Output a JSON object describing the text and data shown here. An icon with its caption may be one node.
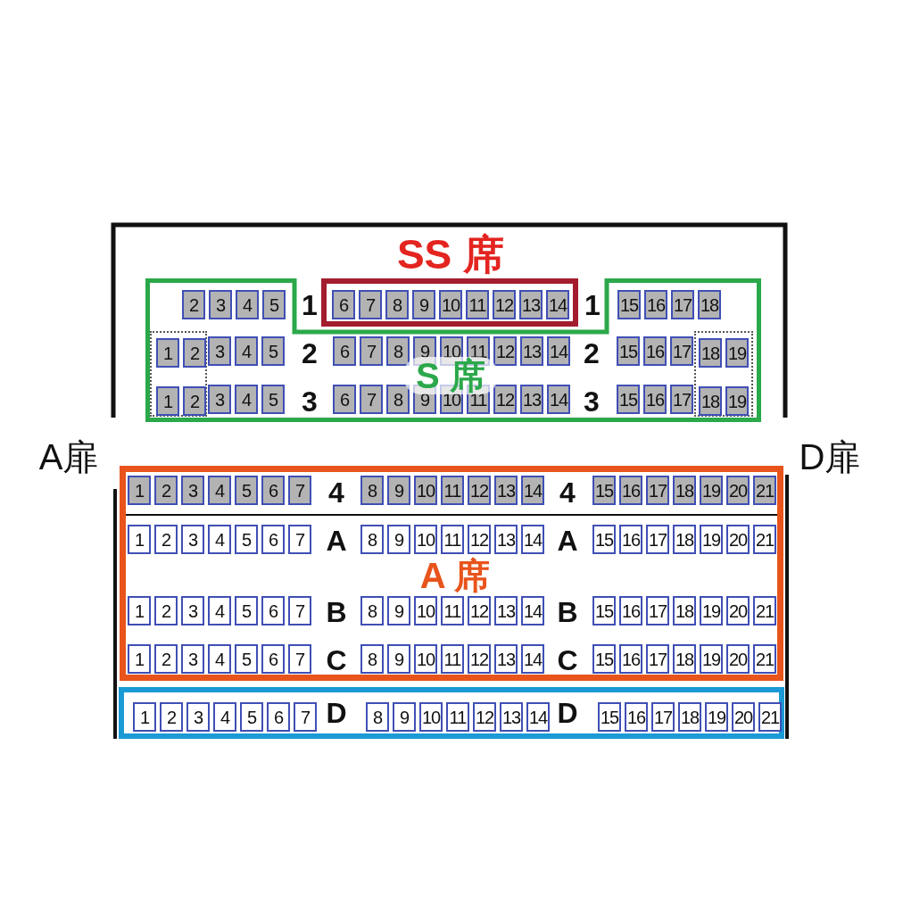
{
  "diagram": {
    "nodes": [
      {
        "text": [
          "S 席"
        ]
      },
      {
        "text": [
          "SS 席"
        ]
      },
      {
        "text": [
          "2"
        ],
        "in": 0
      },
      {
        "text": [
          "3"
        ],
        "in": 0
      },
      {
        "text": [
          "4"
        ],
        "in": 0
      },
      {
        "text": [
          "5"
        ],
        "in": 0
      },
      {
        "text": [
          "6"
        ],
        "in": 1
      },
      {
        "text": [
          "7"
        ],
        "in": 1
      },
      {
        "text": [
          "8"
        ],
        "in": 1
      },
      {
        "text": [
          "9"
        ],
        "in": 1
      },
      {
        "text": [
          "10"
        ],
        "in": 1
      },
      {
        "text": [
          "11"
        ],
        "in": 1
      },
      {
        "text": [
          "12"
        ],
        "in": 1
      },
      {
        "text": [
          "13"
        ],
        "in": 1
      },
      {
        "text": [
          "14"
        ],
        "in": 1
      },
      {
        "text": [
          "15"
        ],
        "in": 0
      },
      {
        "text": [
          "16"
        ],
        "in": 0
      },
      {
        "text": [
          "17"
        ],
        "in": 0
      },
      {
        "text": [
          "18"
        ],
        "in": 0
      },
      {
        "text": [],
        "shape": "box",
        "in": 0
      },
      {
        "text": [],
        "shape": "box",
        "in": 0
      },
      {
        "text": [
          "1"
        ],
        "in": 19
      },
      {
        "text": [
          "2"
        ],
        "in": 19
      },
      {
        "text": [
          "3"
        ],
        "in": 0
      },
      {
        "text": [
          "4"
        ],
        "in": 0
      },
      {
        "text": [
          "5"
        ],
        "in": 0
      },
      {
        "text": [
          "6"
        ],
        "in": 0
      },
      {
        "text": [
          "7"
        ],
        "in": 0
      },
      {
        "text": [
          "8"
        ],
        "in": 0
      },
      {
        "text": [
          "9"
        ],
        "in": 0
      },
      {
        "text": [
          "10"
        ],
        "in": 0
      },
      {
        "text": [
          "11"
        ],
        "in": 0
      },
      {
        "text": [
          "12"
        ],
        "in": 0
      },
      {
        "text": [
          "13"
        ],
        "in": 0
      },
      {
        "text": [
          "14"
        ],
        "in": 0
      },
      {
        "text": [
          "15"
        ],
        "in": 0
      },
      {
        "text": [
          "16"
        ],
        "in": 0
      },
      {
        "text": [
          "17"
        ],
        "in": 0
      },
      {
        "text": [
          "18"
        ],
        "in": 20
      },
      {
        "text": [
          "19"
        ],
        "in": 20
      },
      {
        "text": [
          "1"
        ],
        "in": 19
      },
      {
        "text": [
          "2"
        ],
        "in": 19
      },
      {
        "text": [
          "3"
        ],
        "in": 0
      },
      {
        "text": [
          "4"
        ],
        "in": 0
      },
      {
        "text": [
          "5"
        ],
        "in": 0
      },
      {
        "text": [
          "6"
        ],
        "in": 0
      },
      {
        "text": [
          "7"
        ],
        "in": 0
      },
      {
        "text": [
          "8"
        ],
        "in": 0
      },
      {
        "text": [
          "9"
        ],
        "in": 0
      },
      {
        "text": [
          "10"
        ],
        "in": 0
      },
      {
        "text": [
          "11"
        ],
        "in": 0
      },
      {
        "text": [
          "12"
        ],
        "in": 0
      },
      {
        "text": [
          "13"
        ],
        "in": 0
      },
      {
        "text": [
          "14"
        ],
        "in": 0
      },
      {
        "text": [
          "15"
        ],
        "in": 0
      },
      {
        "text": [
          "16"
        ],
        "in": 0
      },
      {
        "text": [
          "17"
        ],
        "in": 0
      },
      {
        "text": [
          "18"
        ],
        "in": 20
      },
      {
        "text": [
          "19"
        ],
        "in": 20
      },
      {
        "text": [
          "A 席"
        ]
      },
      {
        "text": [
          "1"
        ],
        "in": 59
      },
      {
        "text": [
          "2"
        ],
        "in": 59
      },
      {
        "text": [
          "3"
        ],
        "in": 59
      },
      {
        "text": [
          "4"
        ],
        "in": 59
      },
      {
        "text": [
          "5"
        ],
        "in": 59
      },
      {
        "text": [
          "6"
        ],
        "in": 59
      },
      {
        "text": [
          "7"
        ],
        "in": 59
      },
      {
        "text": [
          "8"
        ],
        "in": 59
      },
      {
        "text": [
          "9"
        ],
        "in": 59
      },
      {
        "text": [
          "10"
        ],
        "in": 59
      },
      {
        "text": [
          "11"
        ],
        "in": 59
      },
      {
        "text": [
          "12"
        ],
        "in": 59
      },
      {
        "text": [
          "13"
        ],
        "in": 59
      },
      {
        "text": [
          "14"
        ],
        "in": 59
      },
      {
        "text": [
          "15"
        ],
        "in": 59
      },
      {
        "text": [
          "16"
        ],
        "in": 59
      },
      {
        "text": [
          "17"
        ],
        "in": 59
      },
      {
        "text": [
          "18"
        ],
        "in": 59
      },
      {
        "text": [
          "19"
        ],
        "in": 59
      },
      {
        "text": [
          "20"
        ],
        "in": 59
      },
      {
        "text": [
          "21"
        ],
        "in": 59
      },
      {
        "text": [
          "1"
        ],
        "in": 59
      },
      {
        "text": [
          "2"
        ],
        "in": 59
      },
      {
        "text": [
          "3"
        ],
        "in": 59
      },
      {
        "text": [
          "4"
        ],
        "in": 59
      },
      {
        "text": [
          "5"
        ],
        "in": 59
      },
      {
        "text": [
          "6"
        ],
        "in": 59
      },
      {
        "text": [
          "7"
        ],
        "in": 59
      },
      {
        "text": [
          "8"
        ],
        "in": 59
      },
      {
        "text": [
          "9"
        ],
        "in": 59
      },
      {
        "text": [
          "10"
        ],
        "in": 59
      },
      {
        "text": [
          "11"
        ],
        "in": 59
      },
      {
        "text": [
          "12"
        ],
        "in": 59
      },
      {
        "text": [
          "13"
        ],
        "in": 59
      },
      {
        "text": [
          "14"
        ],
        "in": 59
      },
      {
        "text": [
          "15"
        ],
        "in": 59
      },
      {
        "text": [
          "16"
        ],
        "in": 59
      },
      {
        "text": [
          "17"
        ],
        "in": 59
      },
      {
        "text": [
          "18"
        ],
        "in": 59
      },
      {
        "text": [
          "19"
        ],
        "in": 59
      },
      {
        "text": [
          "20"
        ],
        "in": 59
      },
      {
        "text": [
          "21"
        ],
        "in": 59
      },
      {
        "text": [
          "1"
        ],
        "in": 59
      },
      {
        "text": [
          "2"
        ],
        "in": 59
      },
      {
        "text": [
          "3"
        ],
        "in": 59
      },
      {
        "text": [
          "4"
        ],
        "in": 59
      },
      {
        "text": [
          "5"
        ],
        "in": 59
      },
      {
        "text": [
          "6"
        ],
        "in": 59
      },
      {
        "text": [
          "7"
        ],
        "in": 59
      },
      {
        "text": [
          "8"
        ],
        "in": 59
      },
      {
        "text": [
          "9"
        ],
        "in": 59
      },
      {
        "text": [
          "10"
        ],
        "in": 59
      },
      {
        "text": [
          "11"
        ],
        "in": 59
      },
      {
        "text": [
          "12"
        ],
        "in": 59
      },
      {
        "text": [
          "13"
        ],
        "in": 59
      },
      {
        "text": [
          "14"
        ],
        "in": 59
      },
      {
        "text": [
          "15"
        ],
        "in": 59
      },
      {
        "text": [
          "16"
        ],
        "in": 59
      },
      {
        "text": [
          "17"
        ],
        "in": 59
      },
      {
        "text": [
          "18"
        ],
        "in": 59
      },
      {
        "text": [
          "19"
        ],
        "in": 59
      },
      {
        "text": [
          "20"
        ],
        "in": 59
      },
      {
        "text": [
          "21"
        ],
        "in": 59
      },
      {
        "text": [
          "1"
        ],
        "in": 59
      },
      {
        "text": [
          "2"
        ],
        "in": 59
      },
      {
        "text": [
          "3"
        ],
        "in": 59
      },
      {
        "text": [
          "4"
        ],
        "in": 59
      },
      {
        "text": [
          "5"
        ],
        "in": 59
      },
      {
        "text": [
          "6"
        ],
        "in": 59
      },
      {
        "text": [
          "7"
        ],
        "in": 59
      },
      {
        "text": [
          "8"
        ],
        "in": 59
      },
      {
        "text": [
          "9"
        ],
        "in": 59
      },
      {
        "text": [
          "10"
        ],
        "in": 59
      },
      {
        "text": [
          "11"
        ],
        "in": 59
      },
      {
        "text": [
          "12"
        ],
        "in": 59
      },
      {
        "text": [
          "13"
        ],
        "in": 59
      },
      {
        "text": [
          "14"
        ],
        "in": 59
      },
      {
        "text": [
          "15"
        ],
        "in": 59
      },
      {
        "text": [
          "16"
        ],
        "in": 59
      },
      {
        "text": [
          "17"
        ],
        "in": 59
      },
      {
        "text": [
          "18"
        ],
        "in": 59
      },
      {
        "text": [
          "19"
        ],
        "in": 59
      },
      {
        "text": [
          "20"
        ],
        "in": 59
      },
      {
        "text": [
          "21"
        ],
        "in": 59
      },
      {
        "text": [],
        "shape": "box"
      },
      {
        "text": [
          "1"
        ],
        "in": 144
      },
      {
        "text": [
          "2"
        ],
        "in": 144
      },
      {
        "text": [
          "3"
        ],
        "in": 144
      },
      {
        "text": [
          "4"
        ],
        "in": 144
      },
      {
        "text": [
          "5"
        ],
        "in": 144
      },
      {
        "text": [
          "6"
        ],
        "in": 144
      },
      {
        "text": [
          "7"
        ],
        "in": 144
      },
      {
        "text": [
          "8"
        ],
        "in": 144
      },
      {
        "text": [
          "9"
        ],
        "in": 144
      },
      {
        "text": [
          "10"
        ],
        "in": 144
      },
      {
        "text": [
          "11"
        ],
        "in": 144
      },
      {
        "text": [
          "12"
        ],
        "in": 144
      },
      {
        "text": [
          "13"
        ],
        "in": 144
      },
      {
        "text": [
          "14"
        ],
        "in": 144
      },
      {
        "text": [
          "15"
        ],
        "in": 144
      },
      {
        "text": [
          "16"
        ],
        "in": 144
      },
      {
        "text": [
          "17"
        ],
        "in": 144
      },
      {
        "text": [
          "18"
        ],
        "in": 144
      },
      {
        "text": [
          "19"
        ],
        "in": 144
      },
      {
        "text": [
          "20"
        ],
        "in": 144
      },
      {
        "text": [
          "21"
        ],
        "in": 144
      }
    ],
    "labels": [
      "1",
      "1",
      "2",
      "2",
      "3",
      "3",
      "A扉",
      "D扉",
      "4",
      "4",
      "A",
      "A",
      "B",
      "B",
      "C",
      "C",
      "D",
      "D"
    ]
  }
}
